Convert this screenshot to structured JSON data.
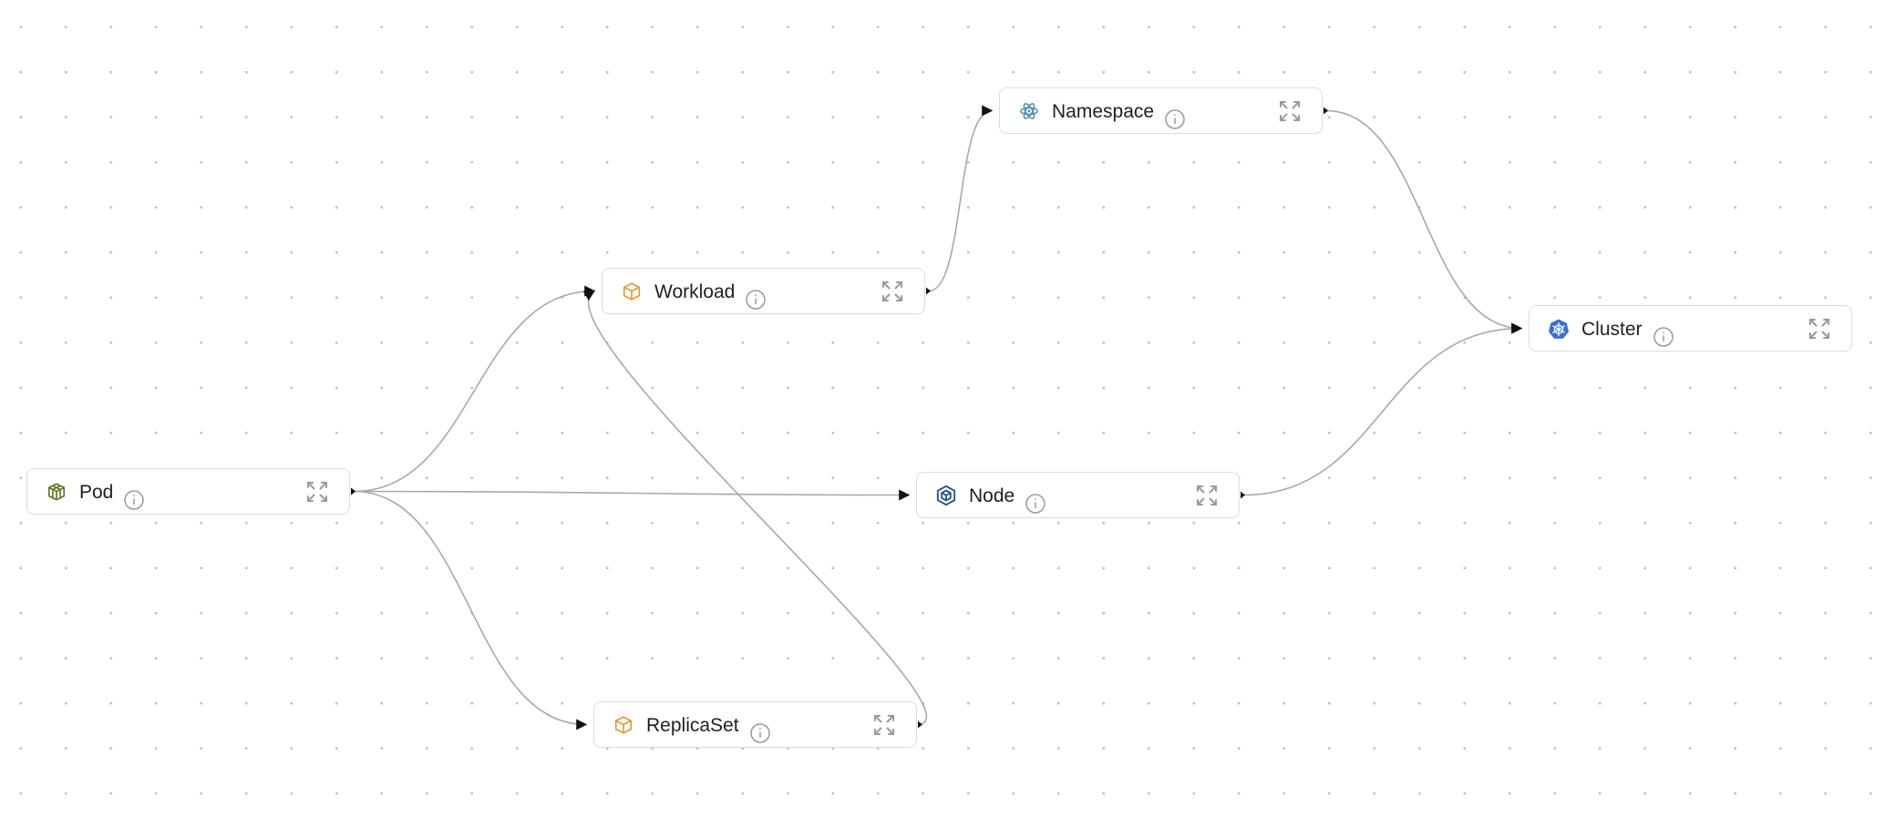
{
  "graph": {
    "nodes": [
      {
        "id": "pod",
        "label": "Pod",
        "icon": "pod-cube-icon",
        "color": "#5b7a1e"
      },
      {
        "id": "workload",
        "label": "Workload",
        "icon": "workload-cube-icon",
        "color": "#e39a2d"
      },
      {
        "id": "namespace",
        "label": "Namespace",
        "icon": "namespace-atom-icon",
        "color": "#4a90b8"
      },
      {
        "id": "node",
        "label": "Node",
        "icon": "node-cube-icon",
        "color": "#1f4f8f"
      },
      {
        "id": "replicaset",
        "label": "ReplicaSet",
        "icon": "replicaset-cube-icon",
        "color": "#e39a2d"
      },
      {
        "id": "cluster",
        "label": "Cluster",
        "icon": "cluster-helm-icon",
        "color": "#3a6fd8"
      }
    ],
    "edges": [
      {
        "from": "pod",
        "to": "workload"
      },
      {
        "from": "pod",
        "to": "node"
      },
      {
        "from": "pod",
        "to": "replicaset"
      },
      {
        "from": "replicaset",
        "to": "workload"
      },
      {
        "from": "workload",
        "to": "namespace"
      },
      {
        "from": "namespace",
        "to": "cluster"
      },
      {
        "from": "node",
        "to": "cluster"
      }
    ]
  },
  "colors": {
    "edge": "#a8a8a8",
    "arrow": "#111111",
    "border": "#dddddd",
    "muted_icon": "#9a9a9a"
  }
}
